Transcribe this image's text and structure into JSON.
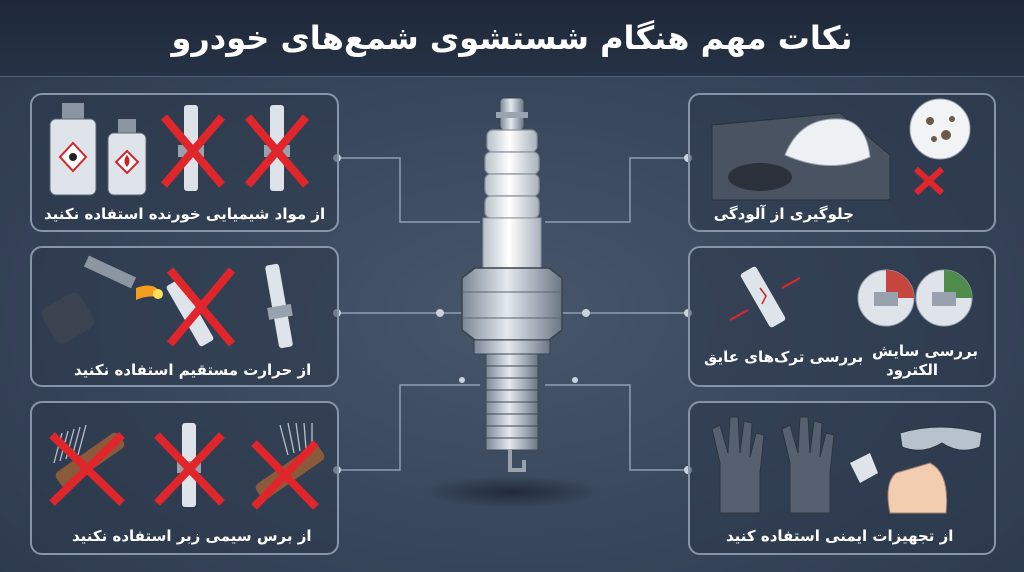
{
  "title": "نکات مهم هنگام شستشوی شمع‌های خودرو",
  "tips": {
    "chemicals": {
      "label": "از مواد شیمیایی خورنده استفاده نکنید"
    },
    "heat": {
      "label": "از حرارت مستقیم استفاده نکنید"
    },
    "brush": {
      "label": "از برس سیمی زبر استفاده نکنید"
    },
    "contamination": {
      "label": "جلوگیری از آلودگی"
    },
    "insulator_cracks": {
      "label": "بررسی ترک‌های عایق"
    },
    "electrode_wear": {
      "label_line1": "بررسی سایش",
      "label_line2": "الکترود"
    },
    "safety_gear": {
      "label": "از تجهیزات ایمنی استفاده کنید"
    }
  },
  "colors": {
    "cross": "#e0262b",
    "panel_border": "#8795a8",
    "background": "#37455a"
  }
}
